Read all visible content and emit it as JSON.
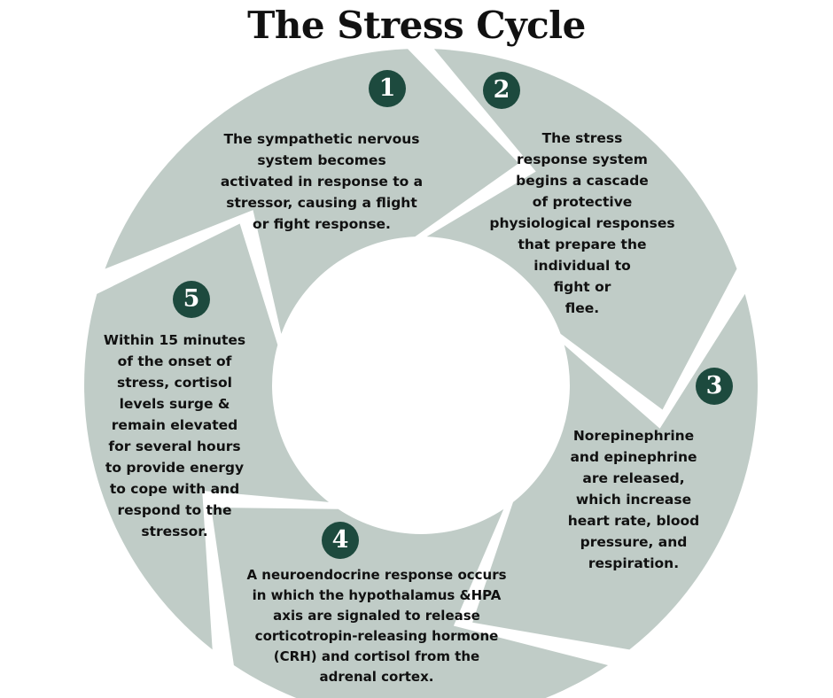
{
  "title": "The Stress Cycle",
  "colors": {
    "segment": "#c0ccc7",
    "badge": "#1d4a3e",
    "text": "#111111"
  },
  "steps": [
    {
      "number": "1",
      "lines": [
        "The sympathetic nervous",
        "system becomes",
        "activated in response to a",
        "stressor, causing a flight",
        "or fight response."
      ]
    },
    {
      "number": "2",
      "lines": [
        "The stress",
        "response system",
        "begins a cascade",
        "of protective",
        "physiological responses",
        "that prepare the",
        "individual to",
        "fight or",
        "flee."
      ]
    },
    {
      "number": "3",
      "lines": [
        "Norepinephrine",
        "and epinephrine",
        "are released,",
        "which increase",
        "heart rate, blood",
        "pressure, and",
        "respiration."
      ]
    },
    {
      "number": "4",
      "lines": [
        "A neuroendocrine response occurs",
        "in which the hypothalamus &HPA",
        "axis are signaled to release",
        "corticotropin-releasing hormone",
        "(CRH) and cortisol from the",
        "adrenal cortex."
      ]
    },
    {
      "number": "5",
      "lines": [
        "Within 15 minutes",
        "of the onset of",
        "stress, cortisol",
        "levels surge &",
        "remain elevated",
        "for several hours",
        "to provide energy",
        "to cope with and",
        "respond to the",
        "stressor."
      ]
    }
  ]
}
